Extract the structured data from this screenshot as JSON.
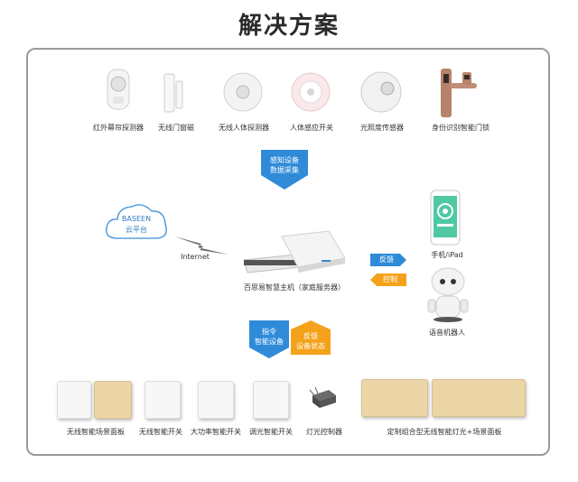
{
  "title": "解决方案",
  "top_devices": [
    {
      "label": "红外幕帘探测器",
      "icon": "curtain-detector-icon"
    },
    {
      "label": "无线门窗磁",
      "icon": "door-sensor-icon"
    },
    {
      "label": "无线人体探测器",
      "icon": "motion-detector-icon"
    },
    {
      "label": "人体感应开关",
      "icon": "body-sensor-switch-icon"
    },
    {
      "label": "光照度传感器",
      "icon": "light-sensor-icon"
    },
    {
      "label": "身份识别智能门锁",
      "icon": "smart-lock-icon"
    }
  ],
  "sense_arrow": {
    "line1": "感知设备",
    "line2": "数据采集"
  },
  "cloud": {
    "line1": "BASEEN",
    "line2": "云平台"
  },
  "internet_label": "Internet",
  "host_label": "百思易智慧主机（家庭服务器）",
  "feedback_tag": "反馈",
  "control_tag": "控制",
  "phone_label": "手机/iPad",
  "robot_label": "语音机器人",
  "command_arrow": {
    "line1": "指令",
    "line2": "智能设备"
  },
  "status_box": {
    "line1": "反馈",
    "line2": "设备状态"
  },
  "bottom_devices": [
    {
      "label": "无线智能场景面板"
    },
    {
      "label": "无线智能开关"
    },
    {
      "label": "大功率智能开关"
    },
    {
      "label": "调光智能开关"
    },
    {
      "label": "灯光控制器"
    },
    {
      "label": "定制组合型无线智能灯光+场景面板"
    }
  ],
  "colors": {
    "blue": "#2f8bd8",
    "orange": "#f4a21b",
    "gold_panel": "#ecd6a8",
    "frame": "#9a9a9a"
  }
}
